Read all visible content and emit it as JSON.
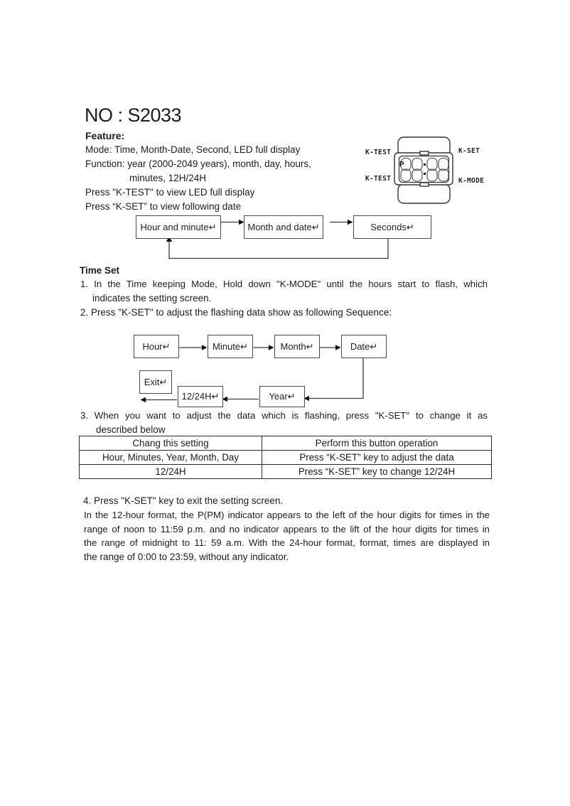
{
  "title": "NO : S2033",
  "feature": {
    "heading": "Feature:",
    "line_mode": "Mode: Time, Month-Date, Second, LED full display",
    "line_function": "Function: year (2000-2049 years), month, day, hours,",
    "line_function2": "minutes, 12H/24H",
    "line_ktest": "Press \"K-TEST\" to view LED full display",
    "line_kset": "Press “K-SET” to view following date"
  },
  "device": {
    "labels": {
      "top_left": "K-TEST",
      "top_right": "K-SET",
      "bottom_left": "K-TEST",
      "bottom_right": "K-MODE"
    },
    "display_indicator": "P"
  },
  "flow1": {
    "box_hour_minute": "Hour and minute↵",
    "box_month_date": "Month and date↵",
    "box_seconds": "Seconds↵"
  },
  "time_set": {
    "heading": "Time Set",
    "item1_l1": "1. In the Time keeping Mode, Hold down \"K-MODE\" until the hours start to flash, which",
    "item1_l2": "indicates the setting screen.",
    "item2": "2. Press \"K-SET\" to adjust the flashing data show as following Sequence:",
    "item3_l1": "3. When you want to adjust the data which is flashing, press \"K-SET\" to change it as",
    "item3_l2": "described below",
    "item4": "4. Press \"K-SET\" key to exit the setting screen."
  },
  "flow2": {
    "box_hour": "Hour↵",
    "box_minute": "Minute↵",
    "box_month": "Month↵",
    "box_date": "Date↵",
    "box_exit": "Exit↵",
    "box_1224h": "12/24H↵",
    "box_year": "Year↵"
  },
  "table": {
    "headers": [
      "Chang this setting",
      "Perform this button operation"
    ],
    "rows": [
      [
        "Hour, Minutes, Year, Month, Day",
        "Press “K-SET” key to adjust the data"
      ],
      [
        "12/24H",
        "Press “K-SET” key to change 12/24H"
      ]
    ]
  },
  "footer": {
    "l1": "In the 12-hour format, the P(PM) indicator appears to the left of the hour digits for times in the",
    "l2": "range of noon to 11:59 p.m. and no indicator appears to the lift of the hour digits for times in",
    "l3": "the range of midnight to 11: 59 a.m. With the 24-hour format, format, times are displayed in",
    "l4": "the range of 0:00 to 23:59, without any indicator."
  },
  "colors": {
    "ink": "#1c1c1c",
    "line": "#3a3a3a"
  }
}
